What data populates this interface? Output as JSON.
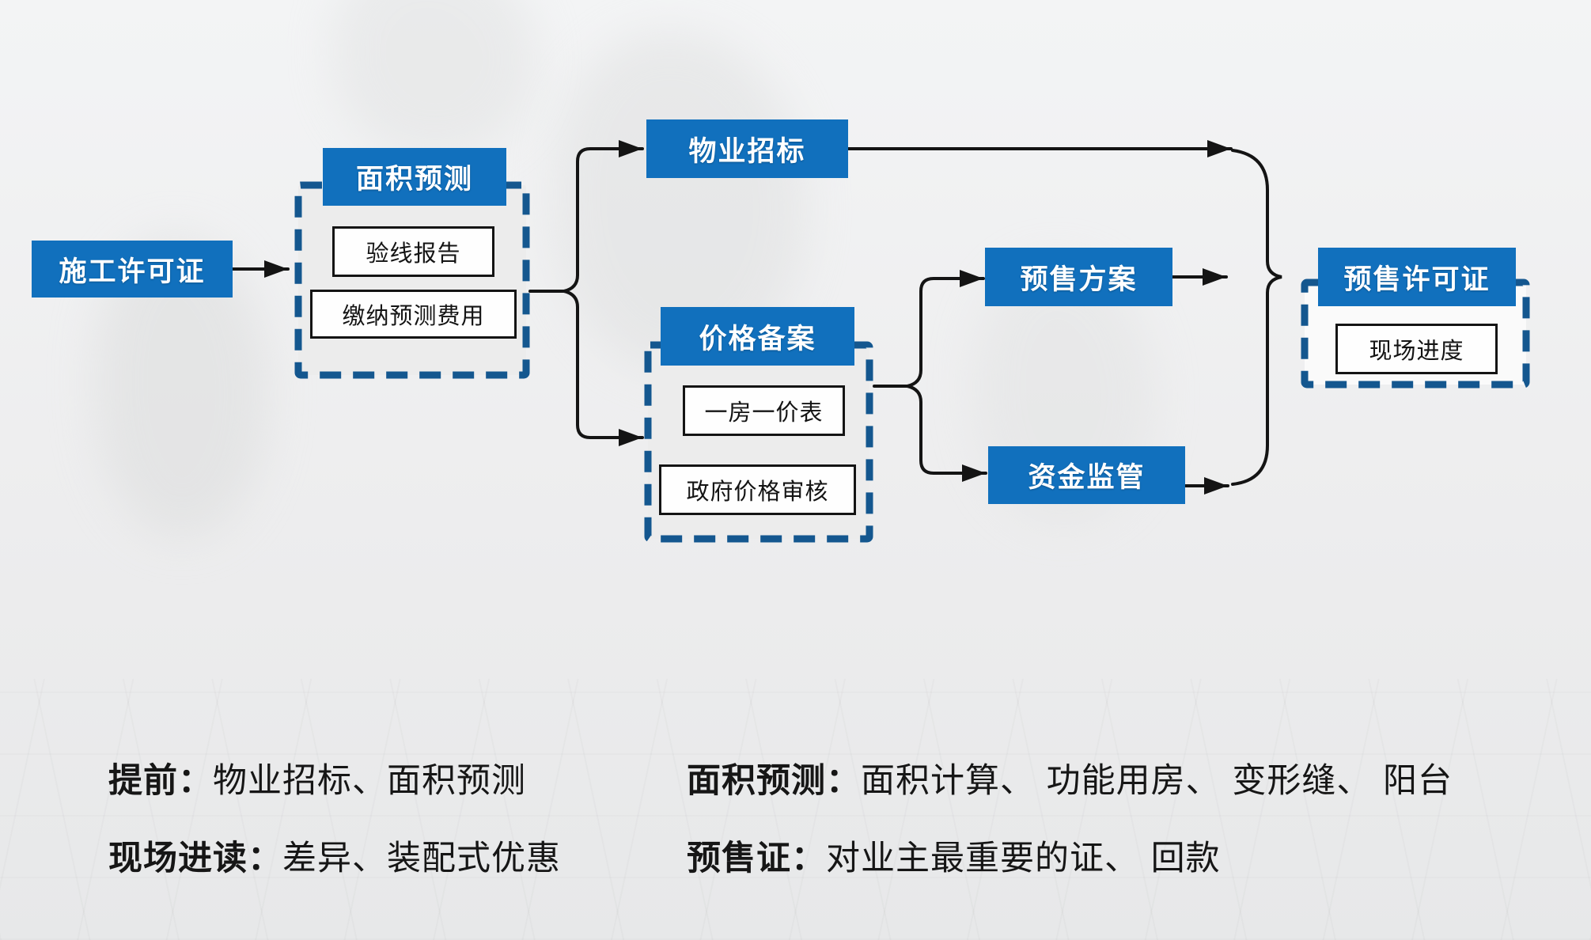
{
  "palette": {
    "node_blue": "#1170bd",
    "dash_blue": "#14578f",
    "line_black": "#141414"
  },
  "flow": {
    "start": {
      "label": "施工许可证"
    },
    "area_group": {
      "title": "面积预测",
      "items": [
        "验线报告",
        "缴纳预测费用"
      ]
    },
    "property_node": {
      "label": "物业招标"
    },
    "price_group": {
      "title": "价格备案",
      "items": [
        "一房一价表",
        "政府价格审核"
      ]
    },
    "plan_node": {
      "label": "预售方案"
    },
    "fund_node": {
      "label": "资金监管"
    },
    "permit_group": {
      "title": "预售许可证",
      "items": [
        "现场进度"
      ]
    }
  },
  "notes": [
    {
      "label": "提前：",
      "text": "物业招标、面积预测"
    },
    {
      "label": "现场进读：",
      "text": "差异、装配式优惠"
    },
    {
      "label": "面积预测：",
      "text": "面积计算、 功能用房、 变形缝、 阳台"
    },
    {
      "label": "预售证：",
      "text": "对业主最重要的证、 回款"
    }
  ]
}
